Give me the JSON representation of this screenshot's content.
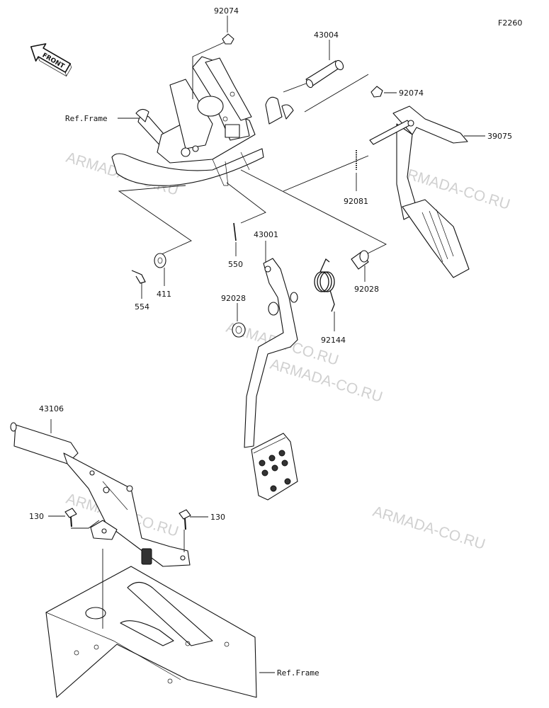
{
  "figure_code": "F2260",
  "front_badge": "FRONT",
  "watermarks": [
    "ARMADA-CO.RU",
    "ARMADA-CO.RU",
    "ARMADA-CO.RU",
    "ARMADA-CO.RU",
    "ARMADA-CO.RU",
    "ARMADA-CO.RU"
  ],
  "labels": {
    "p92074_top": "92074",
    "p43004": "43004",
    "p92074_right": "92074",
    "ref_frame_top": "Ref.Frame",
    "p39075": "39075",
    "p92081": "92081",
    "p550": "550",
    "p43001": "43001",
    "p411": "411",
    "p554": "554",
    "p92028_left": "92028",
    "p92028_right": "92028",
    "p92144": "92144",
    "p43106": "43106",
    "p130_left": "130",
    "p130_right": "130",
    "ref_frame_bottom": "Ref.Frame"
  }
}
